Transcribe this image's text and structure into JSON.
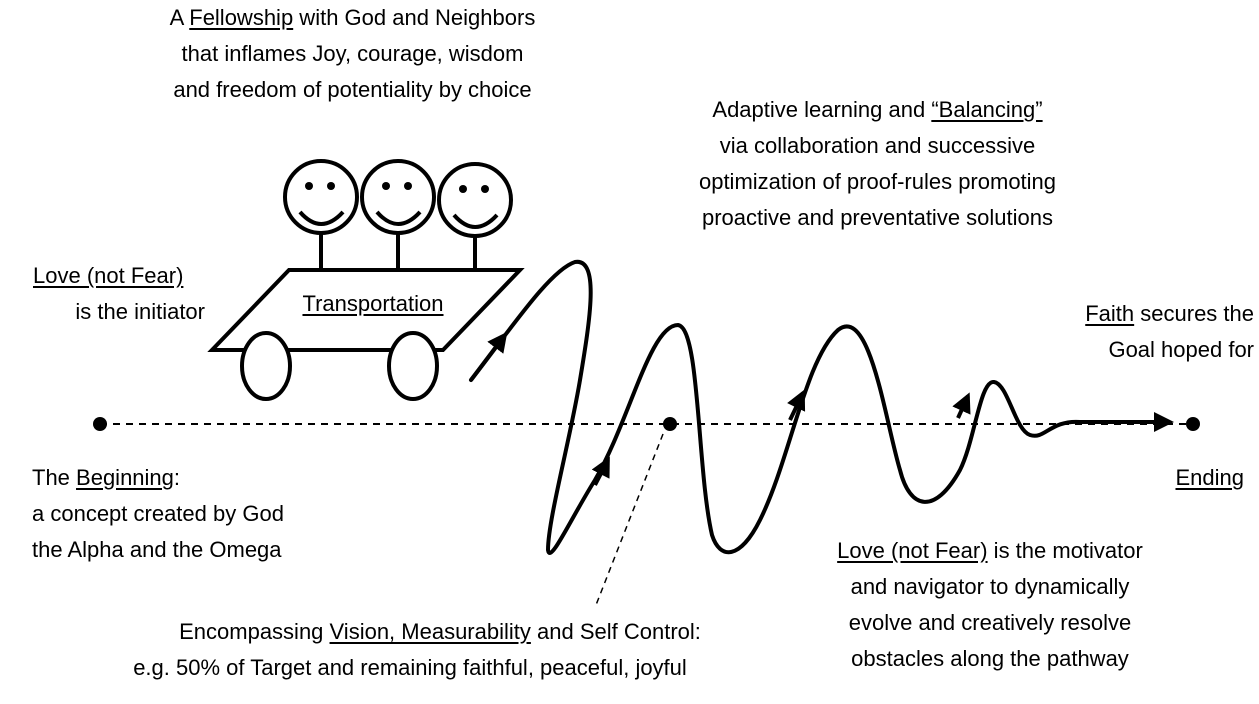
{
  "fellowship": {
    "pre": "A ",
    "key": "Fellowship",
    "post": " with God and Neighbors",
    "line2": "that inflames Joy, courage, wisdom",
    "line3": "and freedom of potentiality by choice"
  },
  "adaptive": {
    "pre": "Adaptive learning and ",
    "key": "“Balancing”",
    "line2": "via collaboration and successive",
    "line3": "optimization of proof-rules promoting",
    "line4": "proactive and preventative solutions"
  },
  "initiator": {
    "key": "Love (not Fear)",
    "line2": "is the initiator"
  },
  "vehicle": {
    "label": "Transportation"
  },
  "faith": {
    "key": "Faith",
    "post": " secures the",
    "line2": "Goal hoped for"
  },
  "beginning": {
    "pre": "The ",
    "key": "Beginning",
    "post": ":",
    "line2": "a concept created by God",
    "line3": "the Alpha and the Omega"
  },
  "ending": {
    "key": "Ending"
  },
  "motivator": {
    "key": "Love (not Fear)",
    "post": " is the motivator",
    "line2": "and navigator to dynamically",
    "line3": "evolve and creatively resolve",
    "line4": "obstacles along the pathway"
  },
  "vision": {
    "pre": "Encompassing ",
    "key": "Vision, Measurability",
    "post": " and Self Control:",
    "line2": "e.g. 50% of Target and remaining faithful, peaceful, joyful"
  }
}
